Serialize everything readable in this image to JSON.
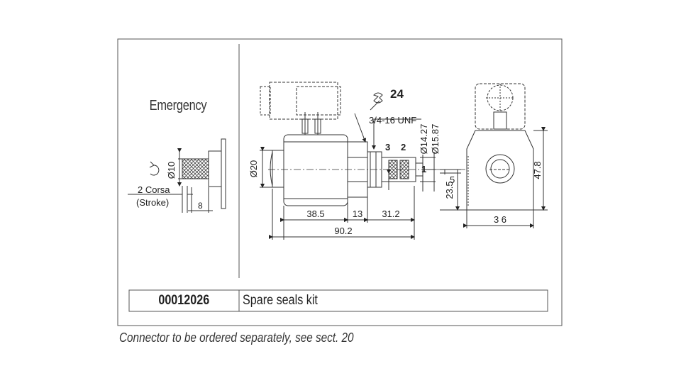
{
  "emergency": {
    "title": "Emergency",
    "diameter": "Ø10",
    "stroke_it": "2 Corsa",
    "stroke_en": "(Stroke)",
    "knob_len": "8"
  },
  "valve": {
    "wrench_size": "24",
    "thread": "3/4-16 UNF",
    "port_3": "3",
    "port_2": "2",
    "port_1": "1",
    "dia_a": "Ø14.27",
    "dia_b": "Ø15.87",
    "dia_coil": "Ø20",
    "dim_5": "5",
    "dim_23_5": "23.5",
    "dim_38_5": "38.5",
    "dim_13": "13",
    "dim_31_2": "31.2",
    "dim_90_2": "90.2"
  },
  "side_view": {
    "height": "47.8",
    "width": "3 6"
  },
  "kit": {
    "code": "00012026",
    "description": "Spare seals kit"
  },
  "footnote": "Connector to be ordered separately,  see sect. 20"
}
